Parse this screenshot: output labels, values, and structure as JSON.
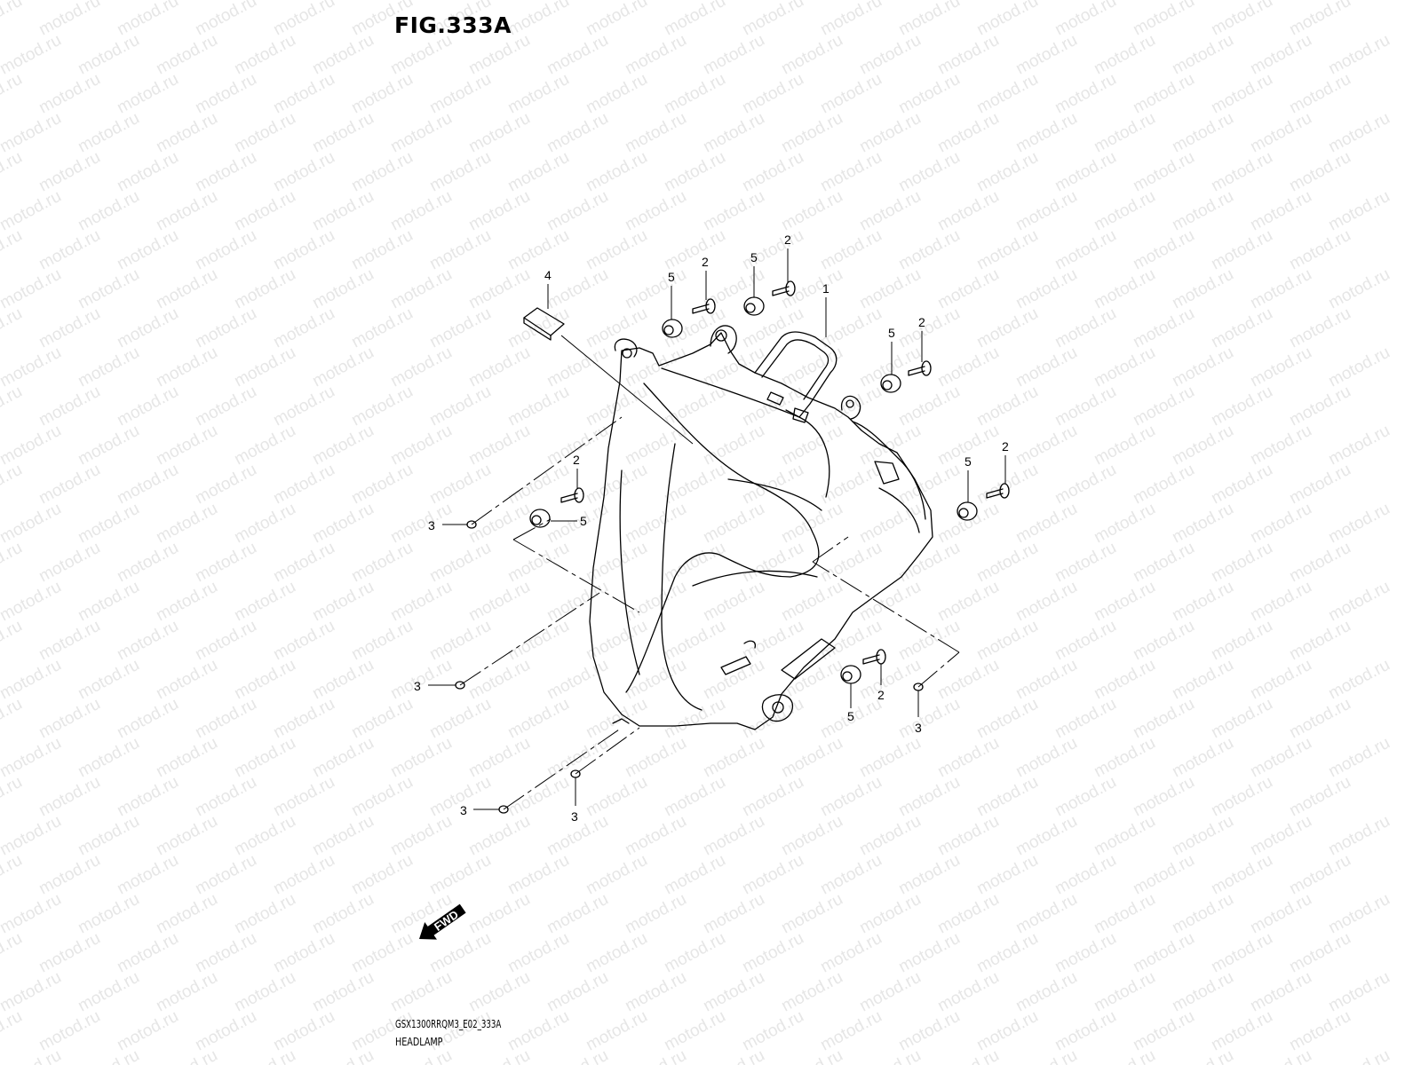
{
  "figure": {
    "title": "FIG.333A",
    "code": "GSX1300RRQM3_E02_333A",
    "name": "HEADLAMP"
  },
  "watermark": {
    "text": "motod.ru",
    "color": "#e6e6e6"
  },
  "direction_marker": {
    "label": "FWD",
    "icon": "forward-arrow-icon"
  },
  "callouts": [
    {
      "number": "1"
    },
    {
      "number": "2"
    },
    {
      "number": "2"
    },
    {
      "number": "2"
    },
    {
      "number": "2"
    },
    {
      "number": "2"
    },
    {
      "number": "2"
    },
    {
      "number": "3"
    },
    {
      "number": "3"
    },
    {
      "number": "3"
    },
    {
      "number": "3"
    },
    {
      "number": "3"
    },
    {
      "number": "4"
    },
    {
      "number": "5"
    },
    {
      "number": "5"
    },
    {
      "number": "5"
    },
    {
      "number": "5"
    },
    {
      "number": "5"
    },
    {
      "number": "5"
    }
  ]
}
